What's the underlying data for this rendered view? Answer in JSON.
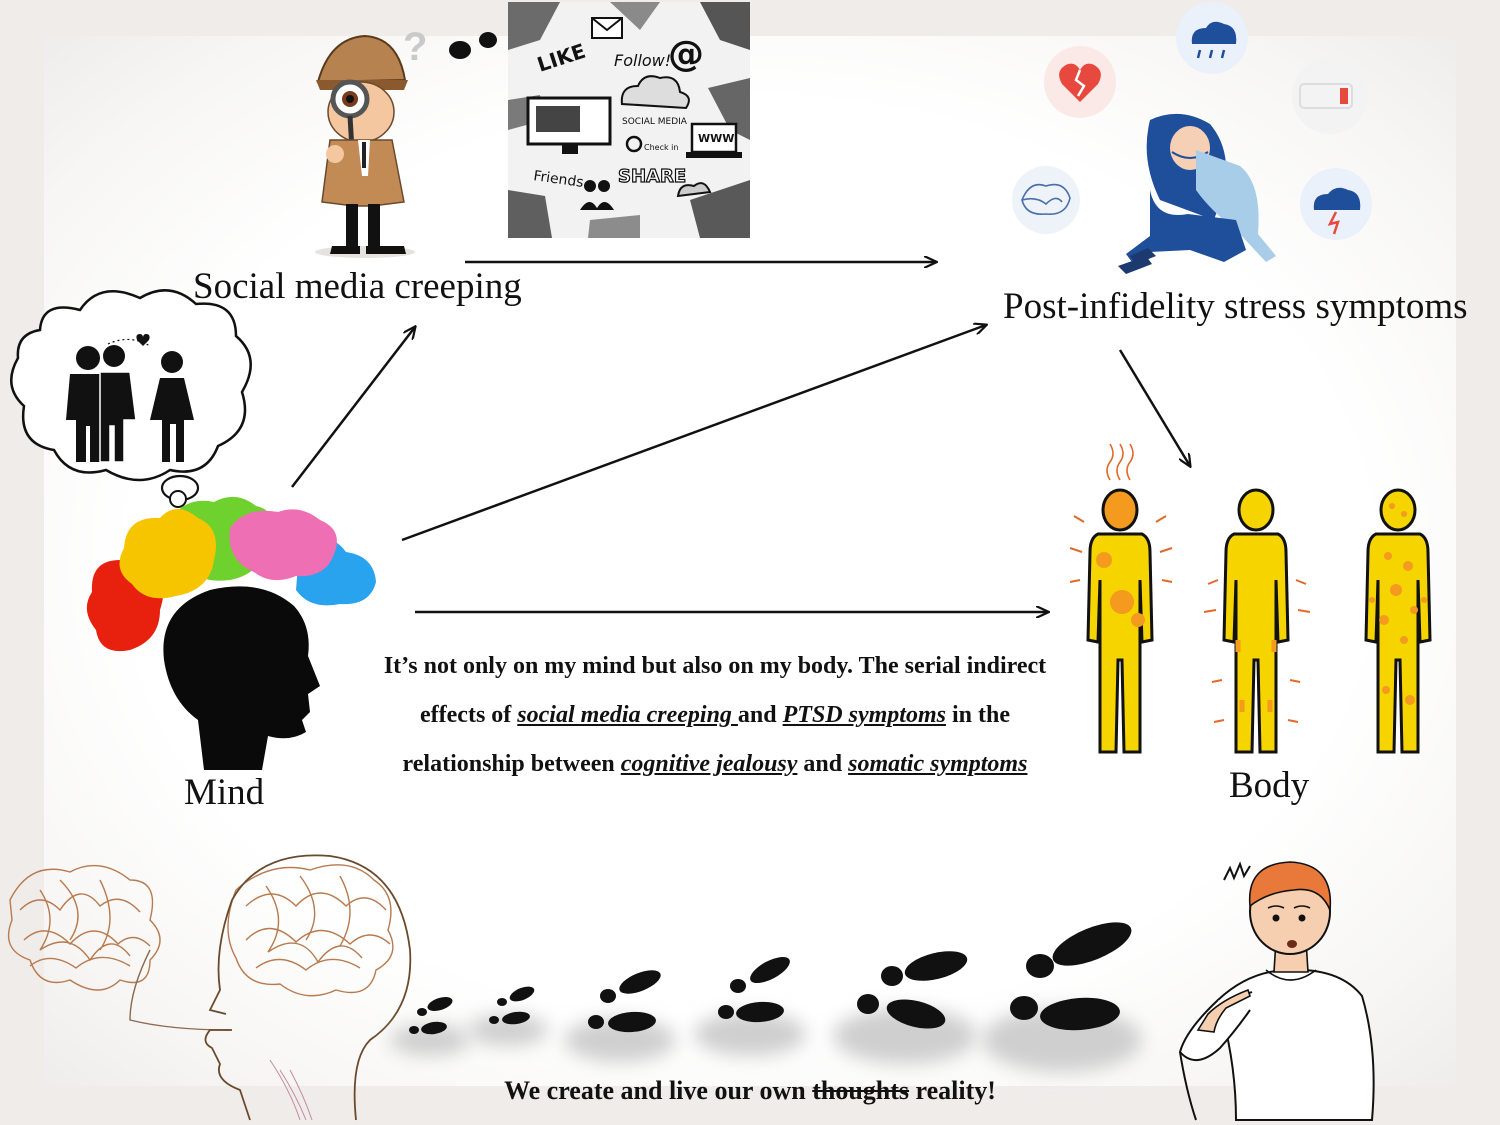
{
  "nodes": {
    "social_media": "Social media creeping",
    "post_infidelity": "Post-infidelity stress symptoms",
    "mind": "Mind",
    "body": "Body"
  },
  "summary": {
    "part1": "It’s not only on my mind but also on my body. The serial indirect effects of ",
    "term1": "social media creeping ",
    "part2": "and ",
    "term2": "PTSD symptoms",
    "part3": " in the relationship between ",
    "term3": "cognitive jealousy",
    "part4": " and ",
    "term4": "somatic symptoms"
  },
  "tagline": {
    "before": "We create and live our own ",
    "struck": "thoughts",
    "after": " reality!"
  },
  "collage": {
    "like": "LIKE",
    "follow": "Follow!",
    "at": "@",
    "social_media": "SOCIAL MEDIA",
    "www": "WWW",
    "check_in": "Check in",
    "friends": "Friends",
    "share": "SHARE",
    "question": "?"
  },
  "colors": {
    "brain_red": "#e8210f",
    "brain_orange": "#f6a800",
    "brain_yellow": "#f6c500",
    "brain_green": "#6fd12e",
    "brain_pink": "#ef6fb4",
    "brain_blue": "#2aa3ef",
    "body_yellow": "#f5d400",
    "body_orange": "#f39a1f",
    "hair_blue": "#1f4e9a",
    "heart_red": "#e8493e"
  }
}
